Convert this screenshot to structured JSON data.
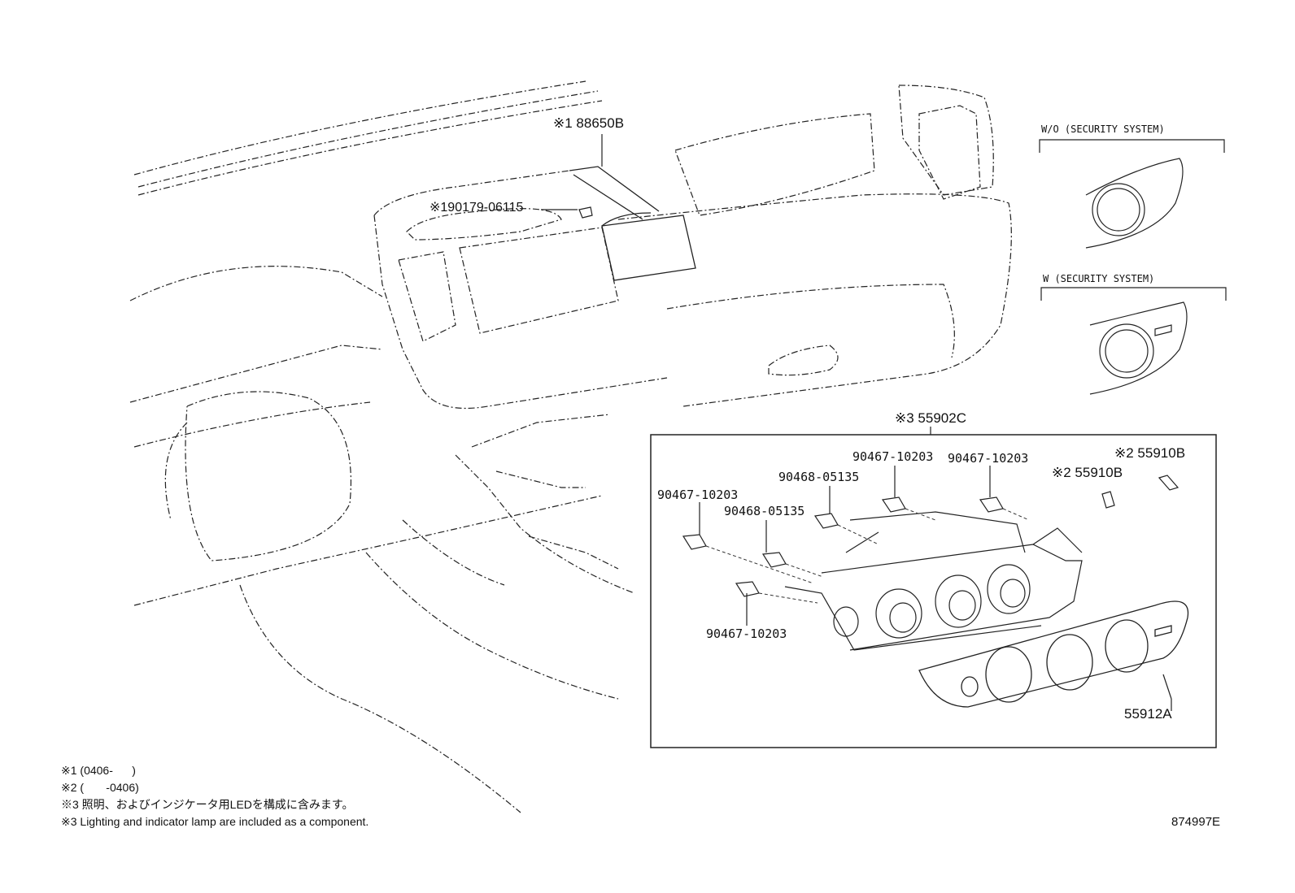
{
  "labels": {
    "p88650b": "※1 88650B",
    "p90179": "※190179-06115",
    "p55902c": "※3 55902C",
    "p90467_a": "90467-10203",
    "p90467_b": "90467-10203",
    "p90468_a": "90468-05135",
    "p90467_c": "90467-10203",
    "p90468_b": "90468-05135",
    "p90467_d": "90467-10203",
    "p55910b_a": "※2 55910B",
    "p55910b_b": "※2 55910B",
    "p55912a": "55912A"
  },
  "insets": {
    "wo_security": "W/O (SECURITY SYSTEM)",
    "w_security": "W (SECURITY SYSTEM)"
  },
  "notes": {
    "n1": "※1 (0406-      )",
    "n2": "※2 (       -0406)",
    "n3_jp": "※3 照明、およびインジケータ用LEDを構成に含みます。",
    "n3_en": "※3 Lighting and indicator lamp are included as a component."
  },
  "diagram_id": "874997E"
}
